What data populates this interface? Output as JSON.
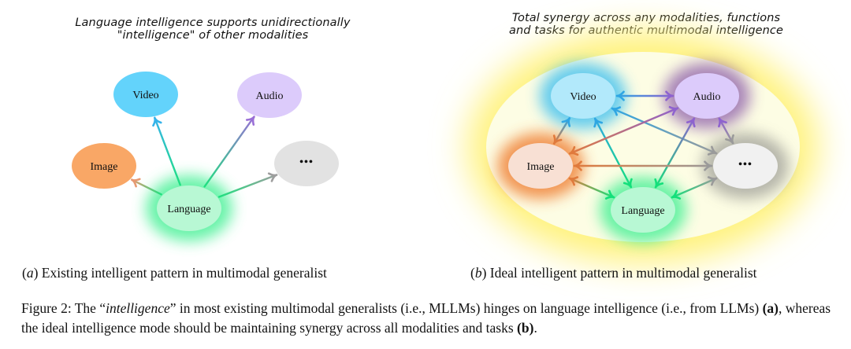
{
  "panel_a": {
    "title_line1": "Language intelligence supports unidirectionally",
    "title_line2": "\"intelligence\" of other modalities",
    "subcaption_label": "a",
    "subcaption_text": " Existing intelligent pattern in multimodal generalist",
    "nodes": [
      {
        "id": "video",
        "label": "Video",
        "fill": "#63d3fb"
      },
      {
        "id": "audio",
        "label": "Audio",
        "fill": "#dccbfb"
      },
      {
        "id": "image",
        "label": "Image",
        "fill": "#f9a766"
      },
      {
        "id": "more",
        "label": "•••",
        "fill": "#e2e2e2"
      },
      {
        "id": "language",
        "label": "Language",
        "fill": "#b8f8d4",
        "glow": "#4ef19a"
      }
    ],
    "edges": [
      {
        "from": "language",
        "to": "video",
        "direction": "one-way"
      },
      {
        "from": "language",
        "to": "audio",
        "direction": "one-way"
      },
      {
        "from": "language",
        "to": "image",
        "direction": "one-way"
      },
      {
        "from": "language",
        "to": "more",
        "direction": "one-way"
      }
    ]
  },
  "panel_b": {
    "title_line1": "Total synergy across any modalities, functions",
    "title_line2": "and tasks for authentic multimodal intelligence",
    "subcaption_label": "b",
    "subcaption_text": " Ideal intelligent pattern in multimodal generalist",
    "background_glow": "#fff27a",
    "background_fill": "#fdfde4",
    "nodes": [
      {
        "id": "video",
        "label": "Video",
        "fill": "#b2e9fb",
        "glow": "#4cc4ef"
      },
      {
        "id": "audio",
        "label": "Audio",
        "fill": "#dccbfb",
        "glow": "#9a6fb0"
      },
      {
        "id": "image",
        "label": "Image",
        "fill": "#f8e0d4",
        "glow": "#f0843a"
      },
      {
        "id": "more",
        "label": "•••",
        "fill": "#f1f1f1",
        "glow": "#a9a9a0"
      },
      {
        "id": "language",
        "label": "Language",
        "fill": "#b8f8d4",
        "glow": "#4ef19a"
      }
    ],
    "edges": [
      {
        "from": "video",
        "to": "audio",
        "direction": "two-way"
      },
      {
        "from": "video",
        "to": "image",
        "direction": "two-way"
      },
      {
        "from": "video",
        "to": "language",
        "direction": "two-way"
      },
      {
        "from": "video",
        "to": "more",
        "direction": "two-way"
      },
      {
        "from": "audio",
        "to": "image",
        "direction": "two-way"
      },
      {
        "from": "audio",
        "to": "language",
        "direction": "two-way"
      },
      {
        "from": "audio",
        "to": "more",
        "direction": "two-way"
      },
      {
        "from": "image",
        "to": "more",
        "direction": "two-way"
      },
      {
        "from": "image",
        "to": "language",
        "direction": "two-way"
      },
      {
        "from": "more",
        "to": "language",
        "direction": "two-way"
      }
    ]
  },
  "caption": {
    "prefix": "Figure 2: The “",
    "italic": "intelligence",
    "middle": "” in most existing multimodal generalists (i.e., MLLMs) hinges on language intelligence (i.e., from LLMs) ",
    "ref_a": "(a)",
    "middle2": ", whereas the ideal intelligence mode should be maintaining synergy across all modalities and tasks ",
    "ref_b": "(b)",
    "suffix": "."
  }
}
